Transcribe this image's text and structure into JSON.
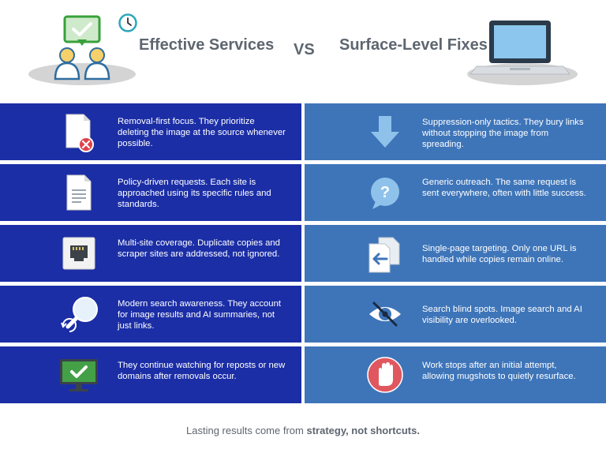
{
  "header": {
    "left_title": "Effective Services",
    "vs": "VS",
    "right_title": "Surface-Level Fixes"
  },
  "rows": [
    {
      "left": {
        "icon": "image-delete-icon",
        "text": "Removal-first focus. They prioritize deleting the image at the source whenever possible."
      },
      "right": {
        "icon": "down-arrow-icon",
        "text": "Suppression-only tactics. They bury links without stopping the image from spreading."
      }
    },
    {
      "left": {
        "icon": "document-icon",
        "text": "Policy-driven requests. Each site is approached using its specific rules and standards."
      },
      "right": {
        "icon": "question-bubble-icon",
        "text": "Generic outreach. The same request is sent everywhere, often with little success."
      }
    },
    {
      "left": {
        "icon": "network-port-icon",
        "text": "Multi-site coverage. Duplicate copies and scraper sites are addressed, not ignored."
      },
      "right": {
        "icon": "copy-document-icon",
        "text": "Single-page targeting. Only one URL is handled while copies remain online."
      }
    },
    {
      "left": {
        "icon": "search-refresh-icon",
        "text": "Modern search awareness. They account for image results and AI summaries, not just links."
      },
      "right": {
        "icon": "eye-slash-icon",
        "text": "Search blind spots. Image search and AI visibility are overlooked."
      }
    },
    {
      "left": {
        "icon": "monitor-check-icon",
        "text": "They continue watching for reposts or new domains after removals occur."
      },
      "right": {
        "icon": "stop-hand-icon",
        "text": "Work stops after an initial attempt, allowing mugshots to quietly resurface."
      }
    }
  ],
  "footer": {
    "prefix": "Lasting results come from ",
    "emphasis": "strategy, not shortcuts."
  },
  "colors": {
    "left_panel": "#1b2ea6",
    "right_panel": "#3e75b9",
    "heading_text": "#5e6670"
  }
}
